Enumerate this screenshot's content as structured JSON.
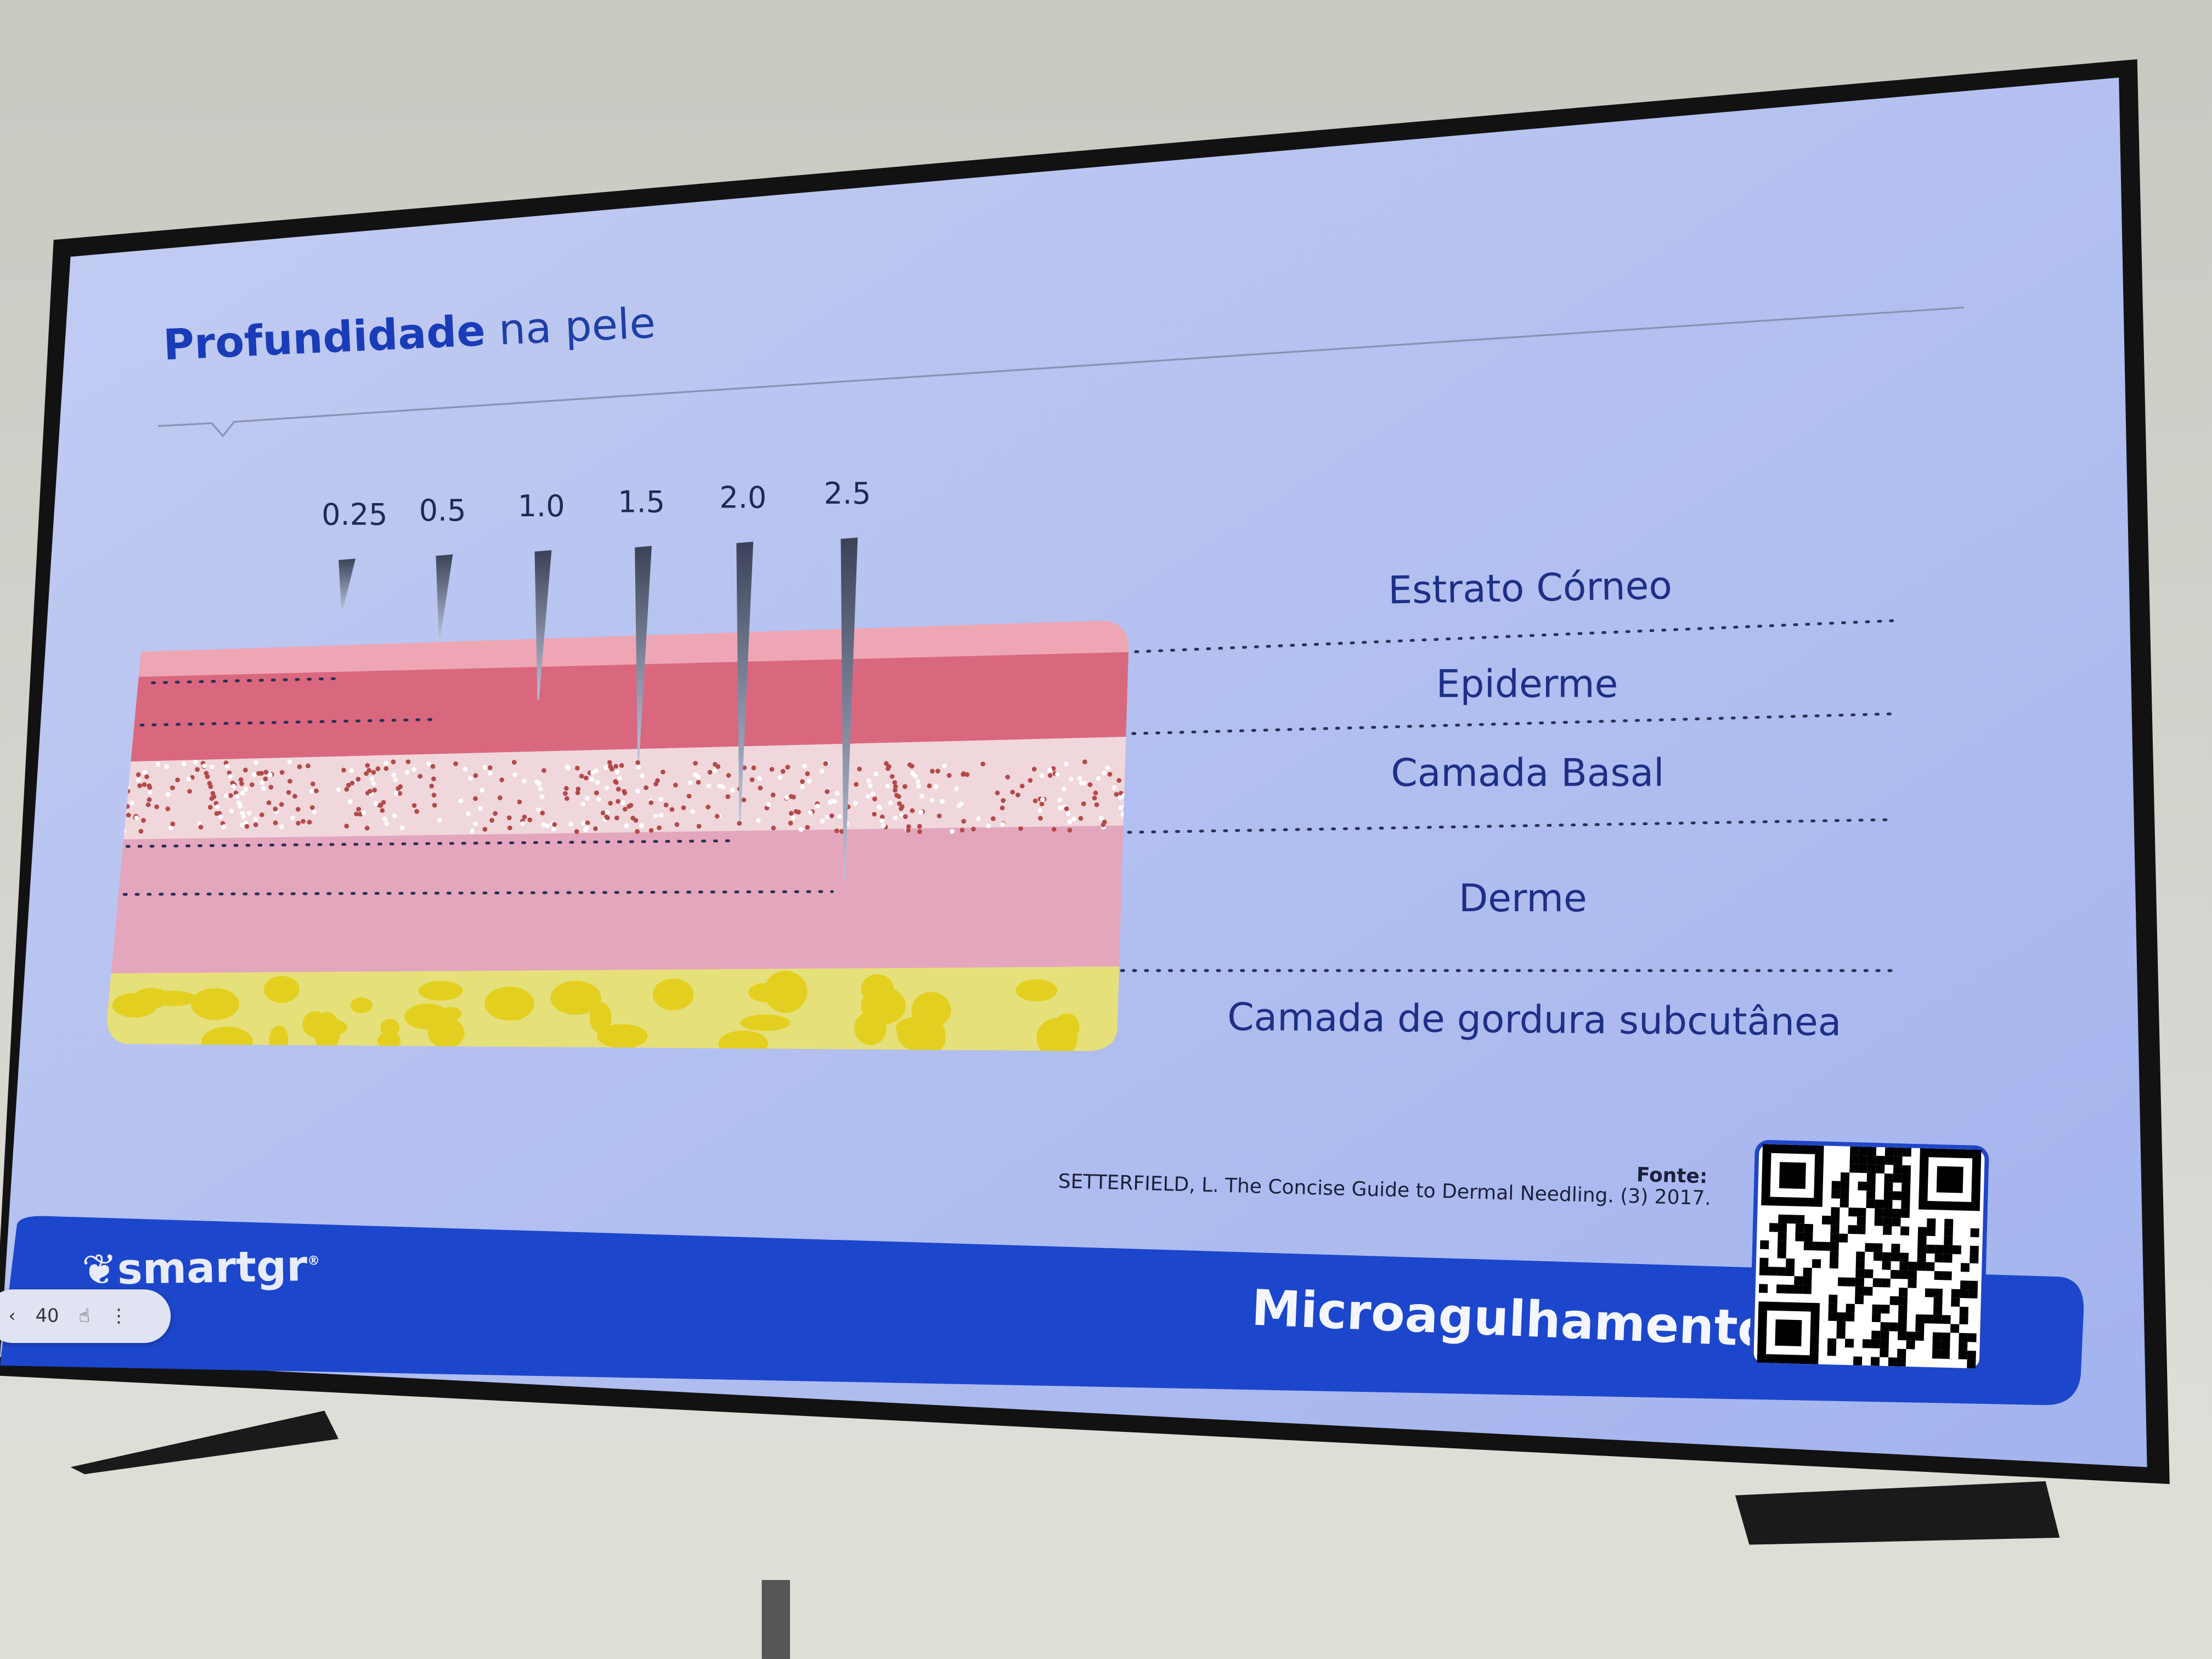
{
  "slide": {
    "title_bold": "Profundidade",
    "title_rest": " na pele",
    "needle_depths": [
      {
        "label": "0.25",
        "value": 0.25
      },
      {
        "label": "0.5",
        "value": 0.5
      },
      {
        "label": "1.0",
        "value": 1.0
      },
      {
        "label": "1.5",
        "value": 1.5
      },
      {
        "label": "2.0",
        "value": 2.0
      },
      {
        "label": "2.5",
        "value": 2.5
      }
    ],
    "layers": [
      "Estrato Córneo",
      "Epiderme",
      "Camada Basal",
      "Derme",
      "Camada de gordura subcutânea"
    ],
    "source_label": "Fonte:",
    "citation": "SETTERFIELD, L. The Concise Guide to Dermal Needling. (3) 2017.",
    "banner_title": "Microagulhamento",
    "logo_text": "smartgr",
    "colors": {
      "accent": "#1f46c8",
      "title": "#1a3cb8",
      "epidermis": "#d9687f",
      "dermis": "#e4a6bd",
      "fat": "#e6e07a"
    }
  },
  "controls": {
    "page_number": "40",
    "prev_icon": "chevron-left-icon",
    "pointer_icon": "hand-pointer-icon",
    "menu_icon": "more-vertical-icon"
  }
}
